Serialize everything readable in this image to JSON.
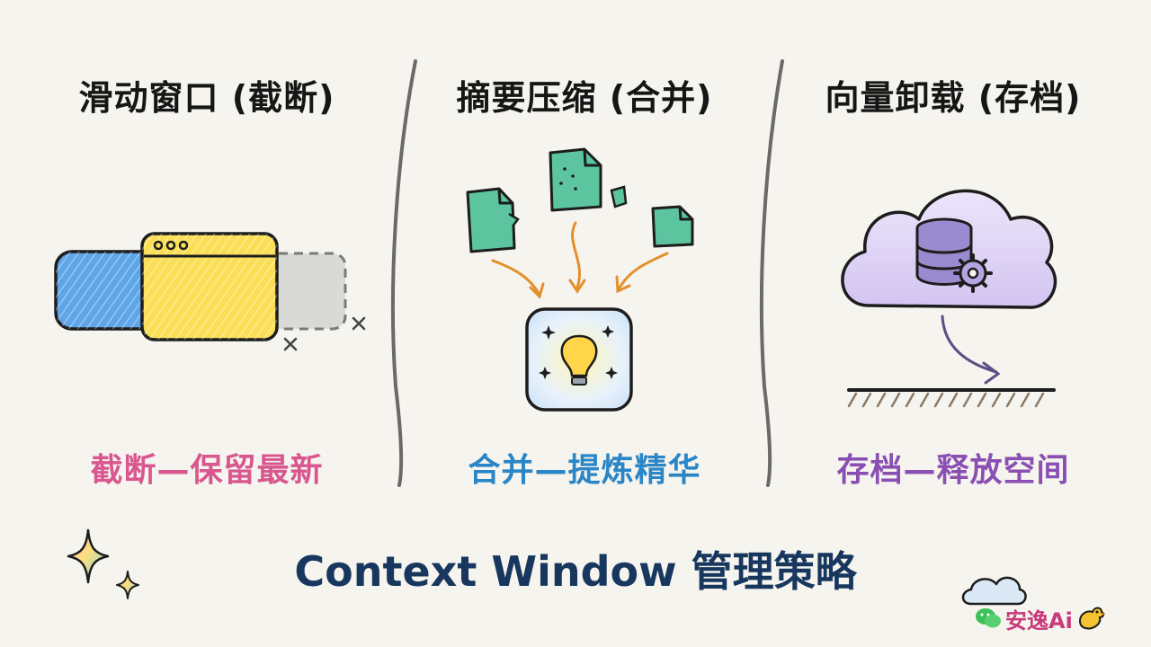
{
  "columns": [
    {
      "title": "滑动窗口 (截断)",
      "caption": "截断—保留最新",
      "caption_color": "#d9578f"
    },
    {
      "title": "摘要压缩 (合并)",
      "caption": "合并—提炼精华",
      "caption_color": "#2a86c7"
    },
    {
      "title": "向量卸载 (存档)",
      "caption": "存档—释放空间",
      "caption_color": "#8a4fb3"
    }
  ],
  "main_title": "Context Window 管理策略",
  "main_title_color": "#18375f",
  "brand": {
    "label": "安逸Ai",
    "icon": "wechat-icon",
    "color": "#c83a7a"
  },
  "icons": {
    "sliding": "browser-window-icon",
    "document": "document-icon",
    "lightbulb": "lightbulb-icon",
    "cloud": "cloud-icon",
    "database": "database-icon",
    "gear": "gear-icon",
    "sparkle": "sparkle-icon",
    "bird": "bird-icon"
  }
}
